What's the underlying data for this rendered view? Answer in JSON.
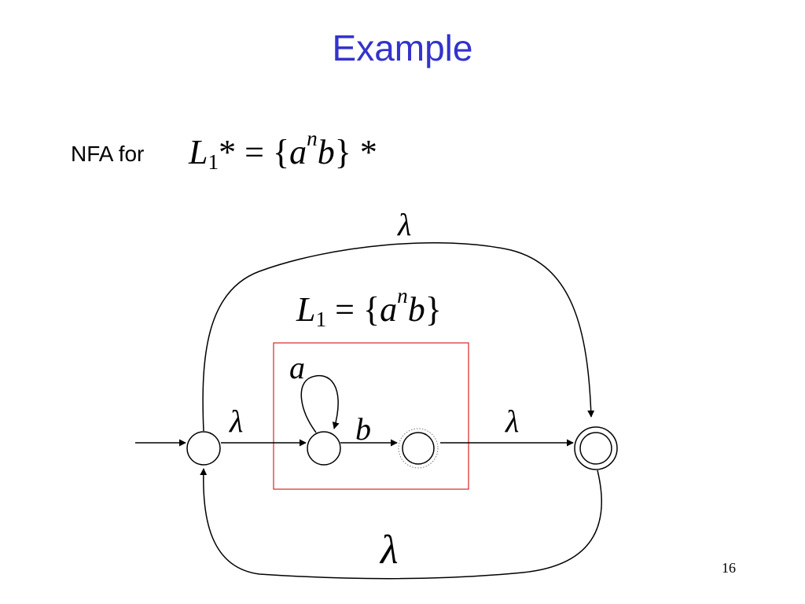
{
  "slide": {
    "title": "Example",
    "nfa_for_label": "NFA for",
    "page_number": "16"
  },
  "formula_top": {
    "L": "L",
    "sub": "1",
    "rest1": "* = {",
    "a": "a",
    "sup": "n",
    "b": "b",
    "rest2": "} *"
  },
  "formula_inner": {
    "L": "L",
    "sub": "1",
    "rest1": " = {",
    "a": "a",
    "sup": "n",
    "b": "b",
    "rest2": "}"
  },
  "transitions": {
    "lambda_top": "λ",
    "lambda_start": "λ",
    "lambda_to_final": "λ",
    "lambda_bottom": "λ",
    "loop_a": "a",
    "edge_b": "b"
  },
  "colors": {
    "title": "#3333cc",
    "box": "#d92626",
    "stroke": "#000000"
  }
}
